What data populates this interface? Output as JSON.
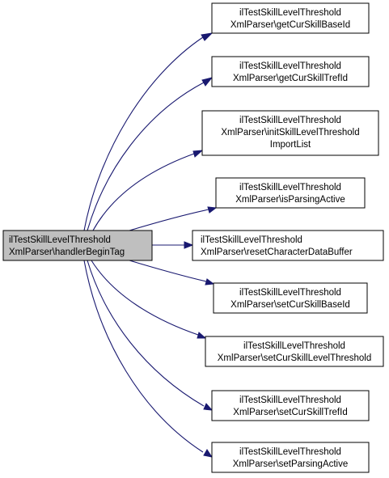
{
  "colors": {
    "edge": "#191970",
    "source_fill": "#bfbfbf",
    "node_fill": "#ffffff",
    "node_stroke": "#000000"
  },
  "source": {
    "lines": [
      "ilTestSkillLevelThreshold",
      "XmlParser\\handlerBeginTag"
    ]
  },
  "targets": [
    {
      "lines": [
        "ilTestSkillLevelThreshold",
        "XmlParser\\getCurSkillBaseId"
      ]
    },
    {
      "lines": [
        "ilTestSkillLevelThreshold",
        "XmlParser\\getCurSkillTrefId"
      ]
    },
    {
      "lines": [
        "ilTestSkillLevelThreshold",
        "XmlParser\\initSkillLevelThreshold",
        "ImportList"
      ]
    },
    {
      "lines": [
        "ilTestSkillLevelThreshold",
        "XmlParser\\isParsingActive"
      ]
    },
    {
      "lines": [
        "ilTestSkillLevelThreshold",
        "XmlParser\\resetCharacterDataBuffer"
      ]
    },
    {
      "lines": [
        "ilTestSkillLevelThreshold",
        "XmlParser\\setCurSkillBaseId"
      ]
    },
    {
      "lines": [
        "ilTestSkillLevelThreshold",
        "XmlParser\\setCurSkillLevelThreshold"
      ]
    },
    {
      "lines": [
        "ilTestSkillLevelThreshold",
        "XmlParser\\setCurSkillTrefId"
      ]
    },
    {
      "lines": [
        "ilTestSkillLevelThreshold",
        "XmlParser\\setParsingActive"
      ]
    }
  ]
}
